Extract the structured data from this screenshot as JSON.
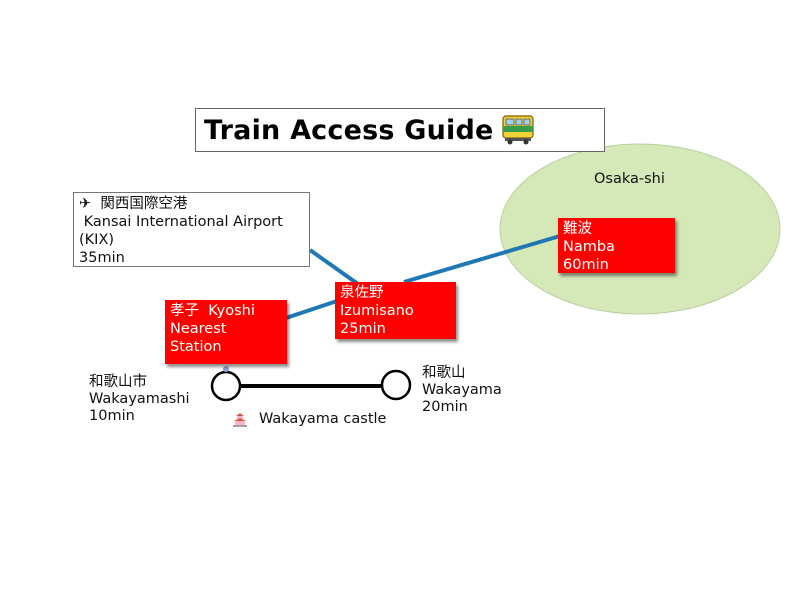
{
  "title": {
    "text": "Train Access Guide",
    "icon": "train-icon"
  },
  "airport": {
    "icon": "airplane-icon",
    "name_ja": "関西国際空港",
    "name_en": "Kansai International Airport",
    "code": "(KIX)",
    "time": "35min"
  },
  "region": {
    "label": "Osaka-shi",
    "color": "#d5e8b8"
  },
  "stations": {
    "namba": {
      "line1": "難波",
      "line2": "Namba",
      "line3": "60min"
    },
    "izumisano": {
      "line1": "泉佐野",
      "line2": "Izumisano",
      "line3": "25min"
    },
    "kyoshi": {
      "line1": "孝子  Kyoshi",
      "line2": "Nearest",
      "line3": "Station"
    },
    "wakayamashi": {
      "line1": "和歌山市",
      "line2": "Wakayamashi",
      "line3": "10min"
    },
    "wakayama": {
      "line1": "和歌山",
      "line2": "Wakayama",
      "line3": "20min"
    }
  },
  "landmark": {
    "icon": "castle-icon",
    "label": "Wakayama castle"
  },
  "colors": {
    "station_box": "#ff0000",
    "rail_line": "#1f77b4",
    "local_line": "#000000"
  }
}
